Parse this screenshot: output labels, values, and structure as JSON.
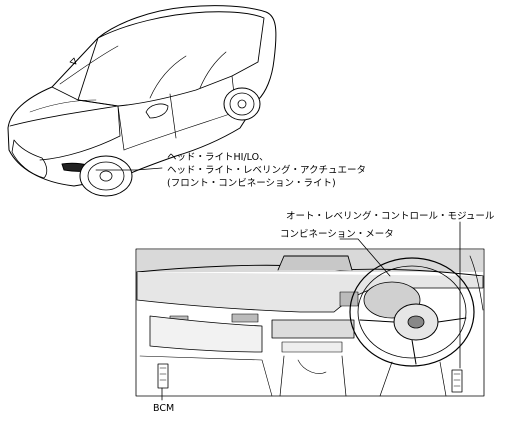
{
  "labels": {
    "headlight_line1": "ヘッド・ライトHI/LO、",
    "headlight_line2": "ヘッド・ライト・レベリング・アクチュエータ",
    "headlight_line3": "(フロント・コンビネーション・ライト)",
    "auto_leveling_module": "オート・レベリング・コントロール・モジュール",
    "combination_meter": "コンビネーション・メータ",
    "bcm": "BCM"
  }
}
